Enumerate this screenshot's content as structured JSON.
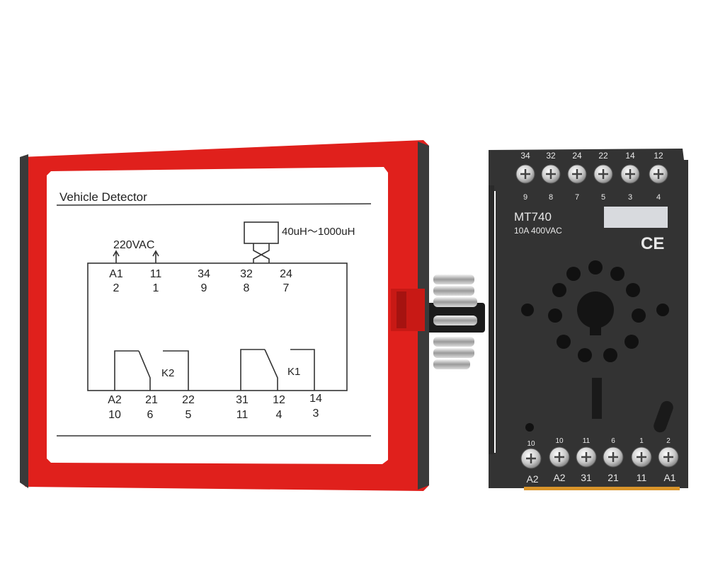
{
  "detector": {
    "title": "Vehicle Detector",
    "supply": "220VAC",
    "inductance": "40uH～1000uH",
    "top_terminals": [
      {
        "name": "A1",
        "pin": "2"
      },
      {
        "name": "11",
        "pin": "1"
      },
      {
        "name": "34",
        "pin": "9"
      },
      {
        "name": "32",
        "pin": "8"
      },
      {
        "name": "24",
        "pin": "7"
      }
    ],
    "bottom_terminals": [
      {
        "name": "A2",
        "pin": "10"
      },
      {
        "name": "21",
        "pin": "6"
      },
      {
        "name": "22",
        "pin": "5"
      },
      {
        "name": "31",
        "pin": "11"
      },
      {
        "name": "12",
        "pin": "4"
      },
      {
        "name": "14",
        "pin": "3"
      }
    ],
    "relay_left": "K2",
    "relay_right": "K1",
    "body_color": "#e0201c"
  },
  "socket": {
    "model": "MT740",
    "rating": "10A 400VAC",
    "mark": "CE",
    "top_terminal_labels": [
      "34",
      "32",
      "24",
      "22",
      "14",
      "12"
    ],
    "top_pin_labels": [
      "9",
      "8",
      "7",
      "5",
      "3",
      "4"
    ],
    "bottom_pin_labels": [
      "10",
      "10",
      "11",
      "6",
      "1",
      "2"
    ],
    "bottom_terminal_labels": [
      "A2",
      "A2",
      "31",
      "21",
      "11",
      "A1"
    ],
    "body_color": "#333333"
  }
}
